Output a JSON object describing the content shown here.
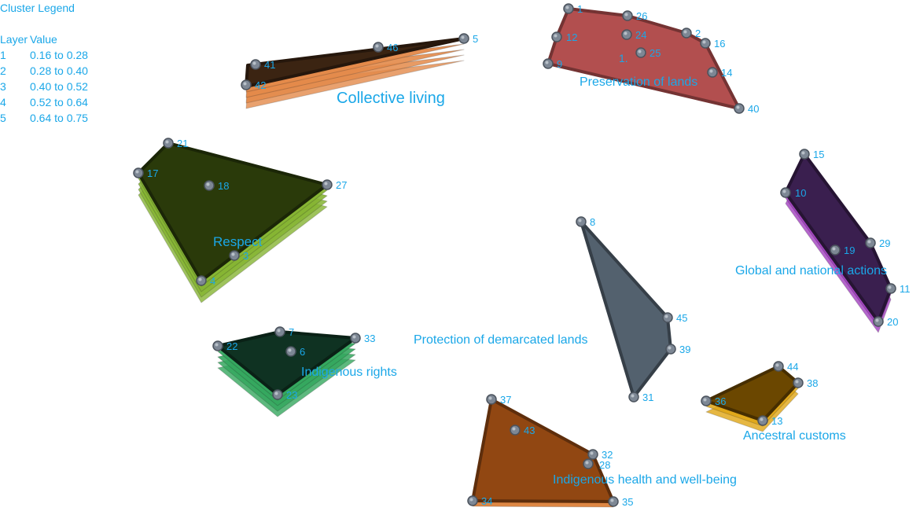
{
  "legend": {
    "title": "Cluster Legend",
    "col_layer": "Layer",
    "col_value": "Value",
    "rows": [
      {
        "layer": "1",
        "value": "0.16 to 0.28"
      },
      {
        "layer": "2",
        "value": "0.28 to 0.40"
      },
      {
        "layer": "3",
        "value": "0.40 to 0.52"
      },
      {
        "layer": "4",
        "value": "0.52 to 0.64"
      },
      {
        "layer": "5",
        "value": "0.64 to 0.75"
      }
    ]
  },
  "clusters": [
    {
      "key": "collective-living",
      "label": "Collective living",
      "layers": 5,
      "color": "#3b2412",
      "layer_color": "#e48a4a",
      "statements": [
        "5",
        "46",
        "41",
        "42"
      ]
    },
    {
      "key": "preservation-of-lands",
      "label": "Preservation of lands",
      "number_label": "1.",
      "layers": 1,
      "color": "#b24f4f",
      "layer_color": "#8a3838",
      "statements": [
        "1",
        "26",
        "24",
        "2",
        "16",
        "12",
        "25",
        "9",
        "14",
        "40"
      ]
    },
    {
      "key": "respect",
      "label": "Respect",
      "layers": 5,
      "color": "#2a3a0a",
      "layer_color": "#86b533",
      "statements": [
        "21",
        "17",
        "18",
        "27",
        "3",
        "4"
      ]
    },
    {
      "key": "global-and-national-actions",
      "label": "Global and national actions",
      "layers": 3,
      "color": "#3a1f4f",
      "layer_color": "#a23fc0",
      "statements": [
        "15",
        "10",
        "29",
        "19",
        "11",
        "20"
      ]
    },
    {
      "key": "protection-of-demarcated-lands",
      "label": "Protection of demarcated lands",
      "layers": 1,
      "color": "#53616e",
      "layer_color": "#3e4954",
      "statements": [
        "8",
        "45",
        "39",
        "31"
      ]
    },
    {
      "key": "indigenous-rights",
      "label": "Indigenous rights",
      "layers": 5,
      "color": "#0f3222",
      "layer_color": "#35a85f",
      "statements": [
        "7",
        "22",
        "6",
        "33",
        "23"
      ]
    },
    {
      "key": "ancestral-customs",
      "label": "Ancestral customs",
      "layers": 3,
      "color": "#6b4700",
      "layer_color": "#e0a614",
      "statements": [
        "44",
        "38",
        "36",
        "13"
      ]
    },
    {
      "key": "indigenous-health-and-well-being",
      "label": "Indigenous health and well-being",
      "layers": 2,
      "color": "#914712",
      "layer_color": "#d76a16",
      "statements": [
        "37",
        "43",
        "32",
        "28",
        "34",
        "35"
      ]
    }
  ]
}
